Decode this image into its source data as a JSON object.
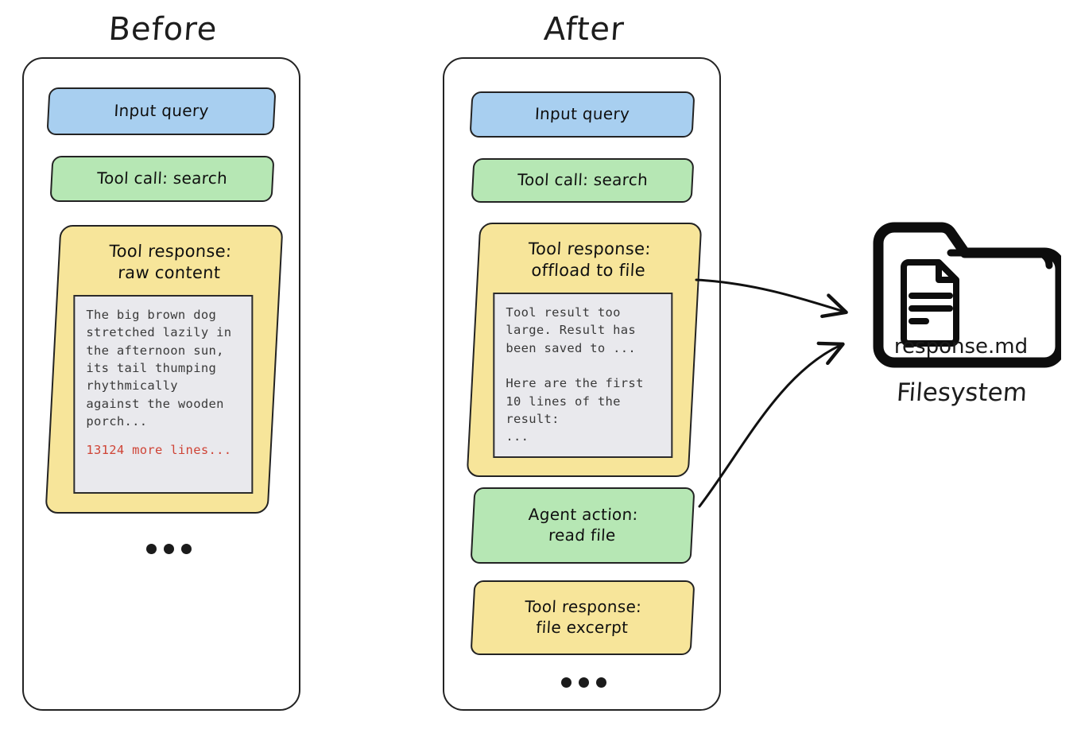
{
  "columns": [
    {
      "id": "before",
      "title": "Before",
      "blocks": [
        {
          "name": "input-query",
          "kind": "blue",
          "label": "Input query"
        },
        {
          "name": "tool-call",
          "kind": "green",
          "label": "Tool call: search"
        },
        {
          "name": "tool-response",
          "kind": "yellow",
          "label": "Tool response:\nraw content"
        }
      ],
      "code_panel": {
        "body": "The big brown dog\nstretched lazily in\nthe afternoon sun,\nits tail thumping\nrhythmically\nagainst the wooden\nporch...",
        "more_lines": "13124 more lines...",
        "more_color": "#cf4436"
      },
      "ellipsis": "•••"
    },
    {
      "id": "after",
      "title": "After",
      "blocks": [
        {
          "name": "input-query",
          "kind": "blue",
          "label": "Input query"
        },
        {
          "name": "tool-call",
          "kind": "green",
          "label": "Tool call: search"
        },
        {
          "name": "tool-response-offload",
          "kind": "yellow",
          "label": "Tool response:\noffload to file"
        },
        {
          "name": "agent-action",
          "kind": "green",
          "label": "Agent action:\nread file"
        },
        {
          "name": "tool-response-excerpt",
          "kind": "yellow",
          "label": "Tool response:\nfile excerpt"
        }
      ],
      "code_panel": {
        "body": "Tool result too\nlarge. Result has\nbeen saved to ...\n\nHere are the first\n10 lines of the\nresult:\n...",
        "more_lines": "",
        "more_color": "#cf4436"
      },
      "ellipsis": "•••"
    }
  ],
  "filesystem": {
    "icon": "folder-icon",
    "file_icon": "document-icon",
    "filename": "response.md",
    "caption": "Filesystem"
  },
  "arrows": [
    {
      "name": "arrow-offload-to-file",
      "from": "tool-response-offload",
      "to": "filesystem"
    },
    {
      "name": "arrow-read-file",
      "from": "agent-action",
      "to": "filesystem"
    }
  ],
  "colors": {
    "blue": "#a8cff0",
    "green": "#b6e7b4",
    "yellow": "#f7e59a",
    "panel": "#e9e9ed",
    "stroke": "#232323",
    "accent_red": "#cf4436"
  }
}
